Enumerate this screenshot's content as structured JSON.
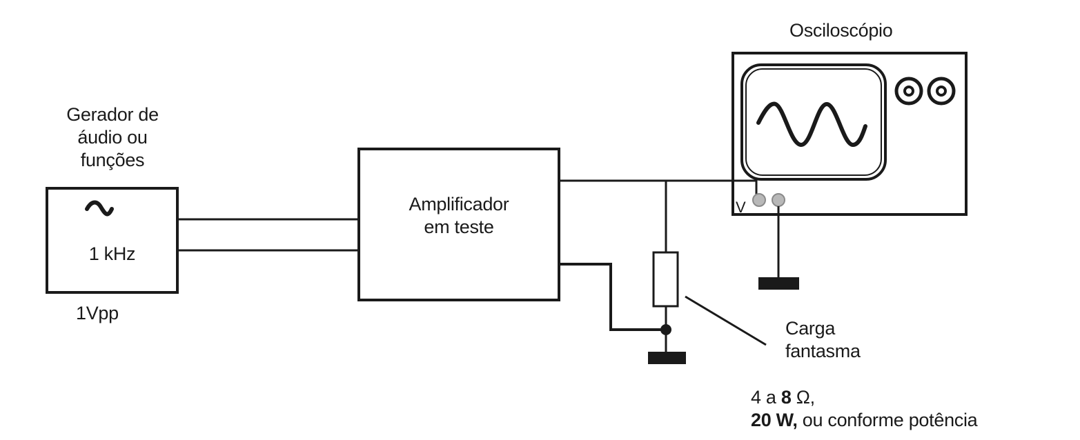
{
  "generator": {
    "title_lines": [
      "Gerador de",
      "áudio ou",
      "funções"
    ],
    "frequency": "1 kHz",
    "amplitude": "1Vpp",
    "icon": "sine-wave-icon"
  },
  "amplifier": {
    "label_lines": [
      "Amplificador",
      "em teste"
    ]
  },
  "oscilloscope": {
    "title": "Osciloscópio",
    "input_label": "V",
    "screen_icon": "sine-wave-icon",
    "knobs": [
      "knob-icon",
      "knob-icon"
    ]
  },
  "load": {
    "label_lines": [
      "Carga",
      "fantasma"
    ],
    "spec_line1_prefix": "4 a ",
    "spec_line1_bold": "8",
    "spec_line1_suffix": " Ω,",
    "spec_line2_bold": "20 W,",
    "spec_line2_suffix": " ou conforme potência"
  },
  "colors": {
    "stroke": "#1a1a1a",
    "connector_fill": "#b8b8b8",
    "background": "#ffffff"
  }
}
